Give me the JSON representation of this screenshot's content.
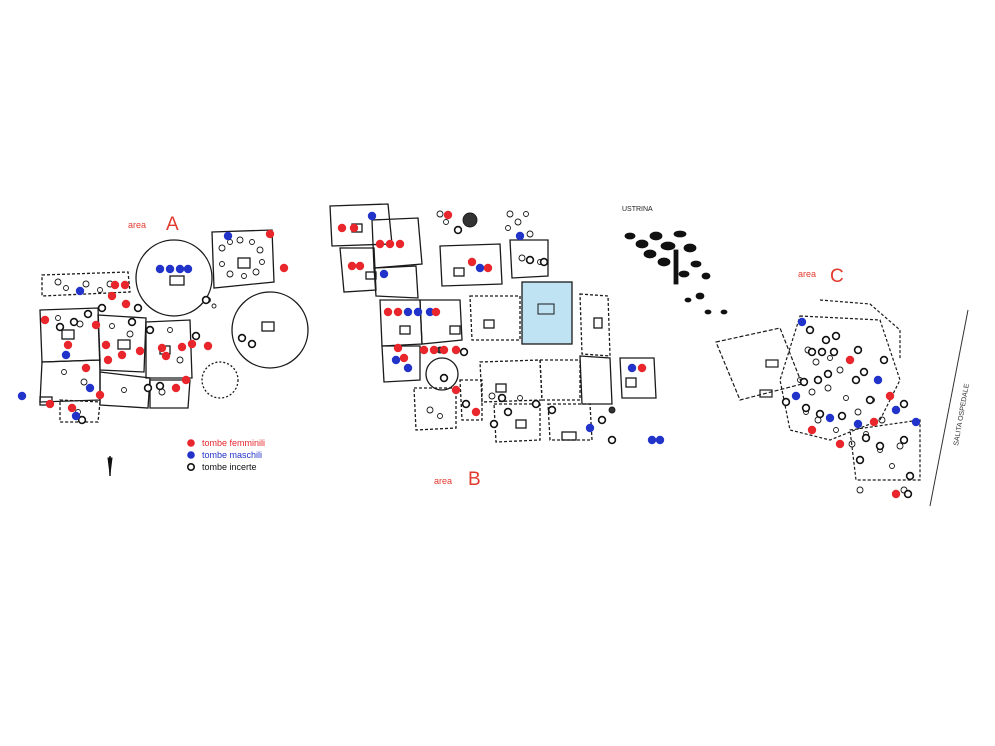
{
  "colors": {
    "female": "#e8262b",
    "male": "#2233c9",
    "uncertain_stroke": "#111111",
    "label_red": "#e23a2e",
    "highlight": "#bfe3f2",
    "ink": "#1a1a1a"
  },
  "areas": [
    {
      "id": "A",
      "word": "area",
      "letter": "A"
    },
    {
      "id": "B",
      "word": "area",
      "letter": "B"
    },
    {
      "id": "C",
      "word": "area",
      "letter": "C"
    }
  ],
  "labels": {
    "ustrina": "USTRINA",
    "road": "SALITA OSPEDALE"
  },
  "legend": [
    {
      "key": "female",
      "label": "tombe femminili",
      "color": "#e8262b",
      "text_color": "#e8262b"
    },
    {
      "key": "male",
      "label": "tombe maschili",
      "color": "#2233c9",
      "text_color": "#2233c9"
    },
    {
      "key": "uncertain",
      "label": "tombe incerte",
      "color": "#111111",
      "text_color": "#111111"
    }
  ]
}
